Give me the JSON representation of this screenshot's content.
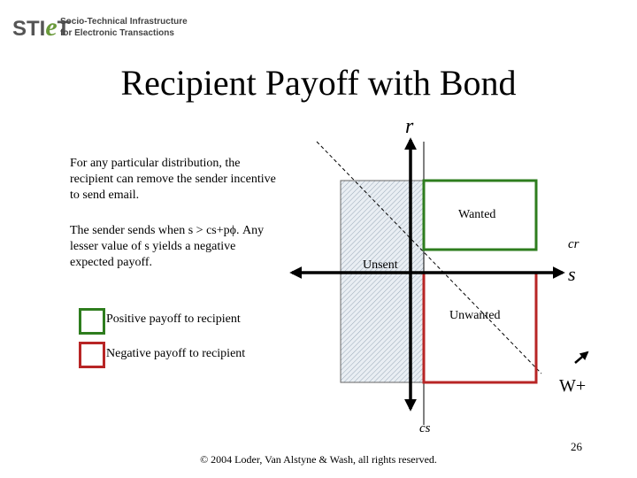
{
  "header": {
    "logo_text_1": "STI",
    "logo_text_2": "e",
    "logo_text_3": "T",
    "logo_line1": "Socio-Technical Infrastructure",
    "logo_line2": "for Electronic Transactions"
  },
  "title": "Recipient Payoff with Bond",
  "paragraphs": [
    "For any particular distribution, the recipient can remove the sender incentive to send email.",
    "The sender sends when s > cs+pϕ.  Any lesser value of s yields a negative expected payoff."
  ],
  "legend": [
    {
      "label": "Positive payoff to recipient",
      "color": "#2e7d1e"
    },
    {
      "label": "Negative payoff to recipient",
      "color": "#b82525"
    }
  ],
  "diagram": {
    "axis_r": "r",
    "axis_s": "s",
    "label_cr": "cr",
    "label_cs": "cs",
    "label_w": "W+",
    "region_wanted": "Wanted",
    "region_unsent": "Unsent",
    "region_unwanted": "Unwanted"
  },
  "footer": {
    "copyright": "© 2004 Loder, Van Alstyne & Wash, all rights reserved.",
    "page_number": "26"
  }
}
